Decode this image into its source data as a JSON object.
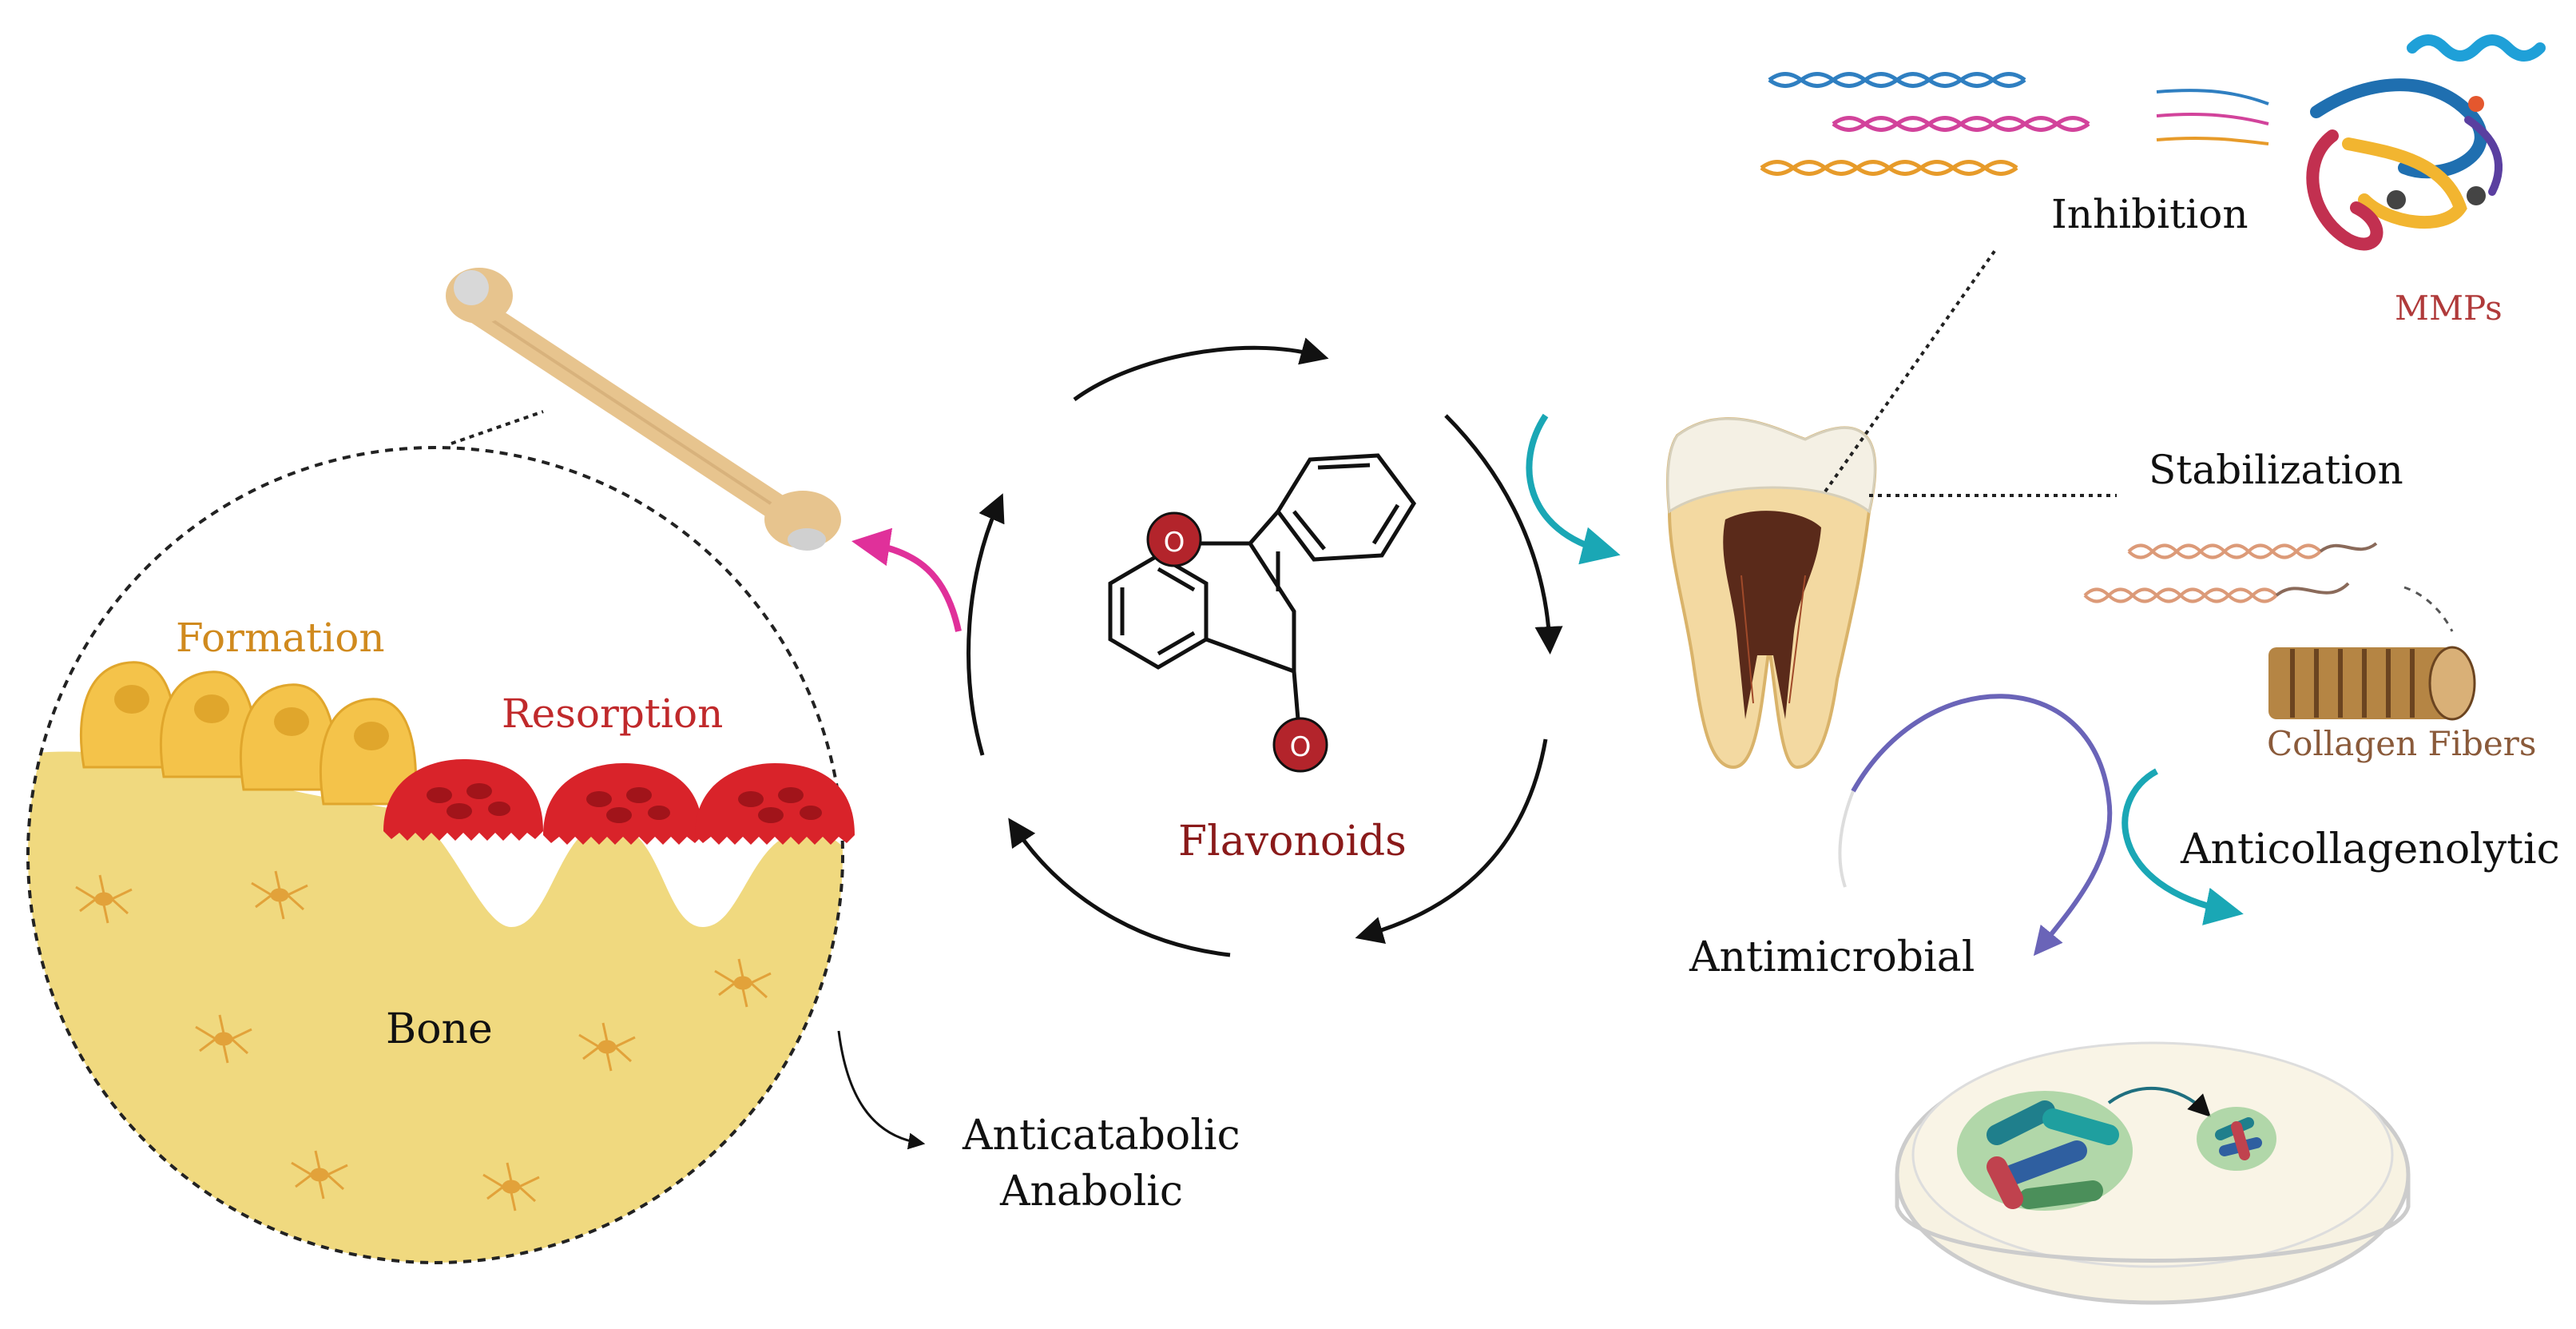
{
  "labels": {
    "formation": "Formation",
    "resorption": "Resorption",
    "bone": "Bone",
    "anticatabolic": "Anticatabolic",
    "anabolic": "Anabolic",
    "flavonoids": "Flavonoids",
    "oxygen_ring": "O",
    "oxygen_carbonyl": "O",
    "inhibition": "Inhibition",
    "mmps": "MMPs",
    "stabilization": "Stabilization",
    "collagen_fibers": "Collagen Fibers",
    "anticollagenolytic": "Anticollagenolytic",
    "antimicrobial": "Antimicrobial"
  },
  "colors": {
    "formation_text": "#d08a1e",
    "resorption_text": "#c0292b",
    "flavonoid_text": "#8a1a1a",
    "mmp_text": "#b03a3a",
    "collagen_text": "#8a5a3a",
    "bone_fill": "#f0d97f",
    "osteoblast": "#f4c34a",
    "osteoclast": "#d9232a",
    "magenta_arrow": "#e0309a",
    "teal_arrow": "#1aa7b5",
    "oxygen_atom": "#b3242b"
  }
}
